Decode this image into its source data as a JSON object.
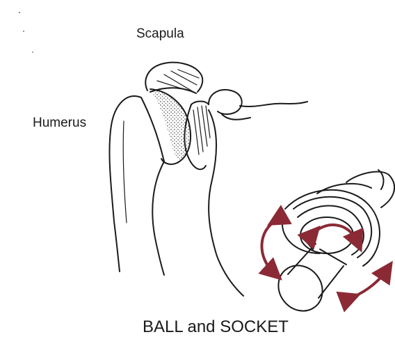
{
  "labels": {
    "scapula": "Scapula",
    "humerus": "Humerus",
    "caption": "BALL and SOCKET"
  },
  "colors": {
    "ink": "#1a1a1a",
    "arrow": "#8b2a35",
    "background": "#ffffff"
  },
  "icons": {
    "rotation_arrows": [
      "curved-arrow-icon",
      "curved-arrow-icon",
      "curved-arrow-icon",
      "curved-arrow-icon"
    ]
  }
}
